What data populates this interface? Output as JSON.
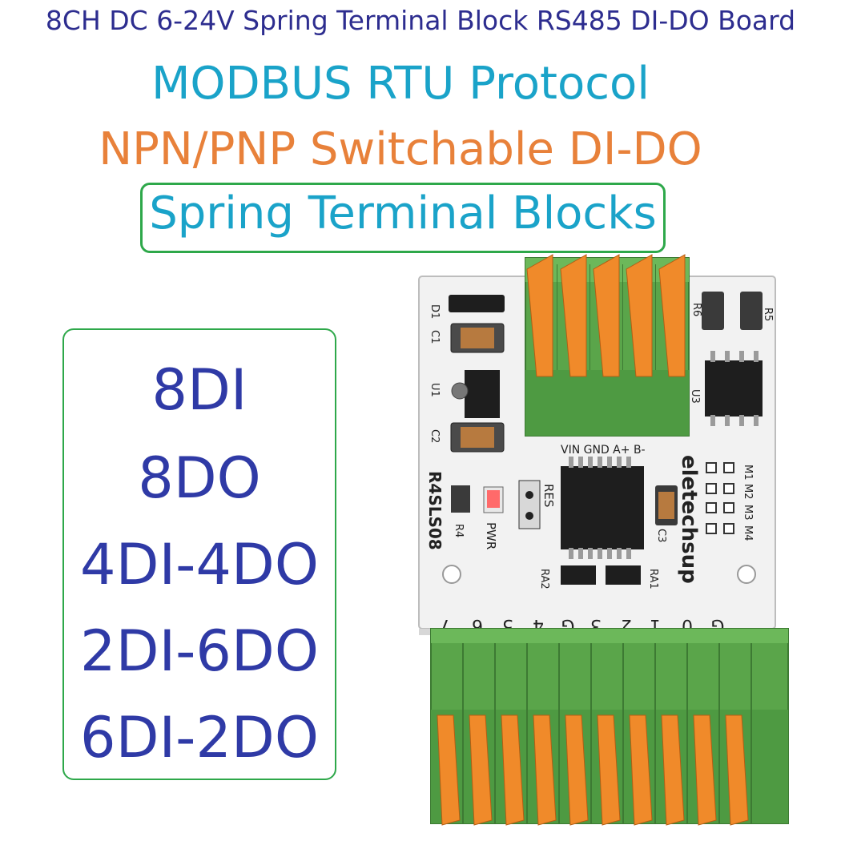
{
  "title": "8CH DC 6-24V Spring Terminal Block RS485 DI-DO Board",
  "features": [
    "MODBUS RTU Protocol",
    "NPN/PNP Switchable DI-DO",
    "Spring Terminal Blocks"
  ],
  "modes": [
    "8DI",
    "8DO",
    "4DI-4DO",
    "2DI-6DO",
    "6DI-2DO"
  ],
  "board": {
    "model": "R4SLS08",
    "brand": "eletechsup",
    "labels": {
      "d1": "D1",
      "c1": "C1",
      "u1": "U1",
      "c2": "C2",
      "r6": "R6",
      "r5": "R5",
      "u3": "U3",
      "r4": "R4",
      "pwr": "PWR",
      "res": "RES",
      "c3": "C3",
      "ra2": "RA2",
      "ra1": "RA1",
      "m1": "M1",
      "m2": "M2",
      "m3": "M3",
      "m4": "M4",
      "power_pins": "VIN GND A+ B-"
    },
    "io_labels": [
      "7",
      "6",
      "5",
      "4",
      "G",
      "3",
      "2",
      "1",
      "0",
      "G"
    ]
  }
}
